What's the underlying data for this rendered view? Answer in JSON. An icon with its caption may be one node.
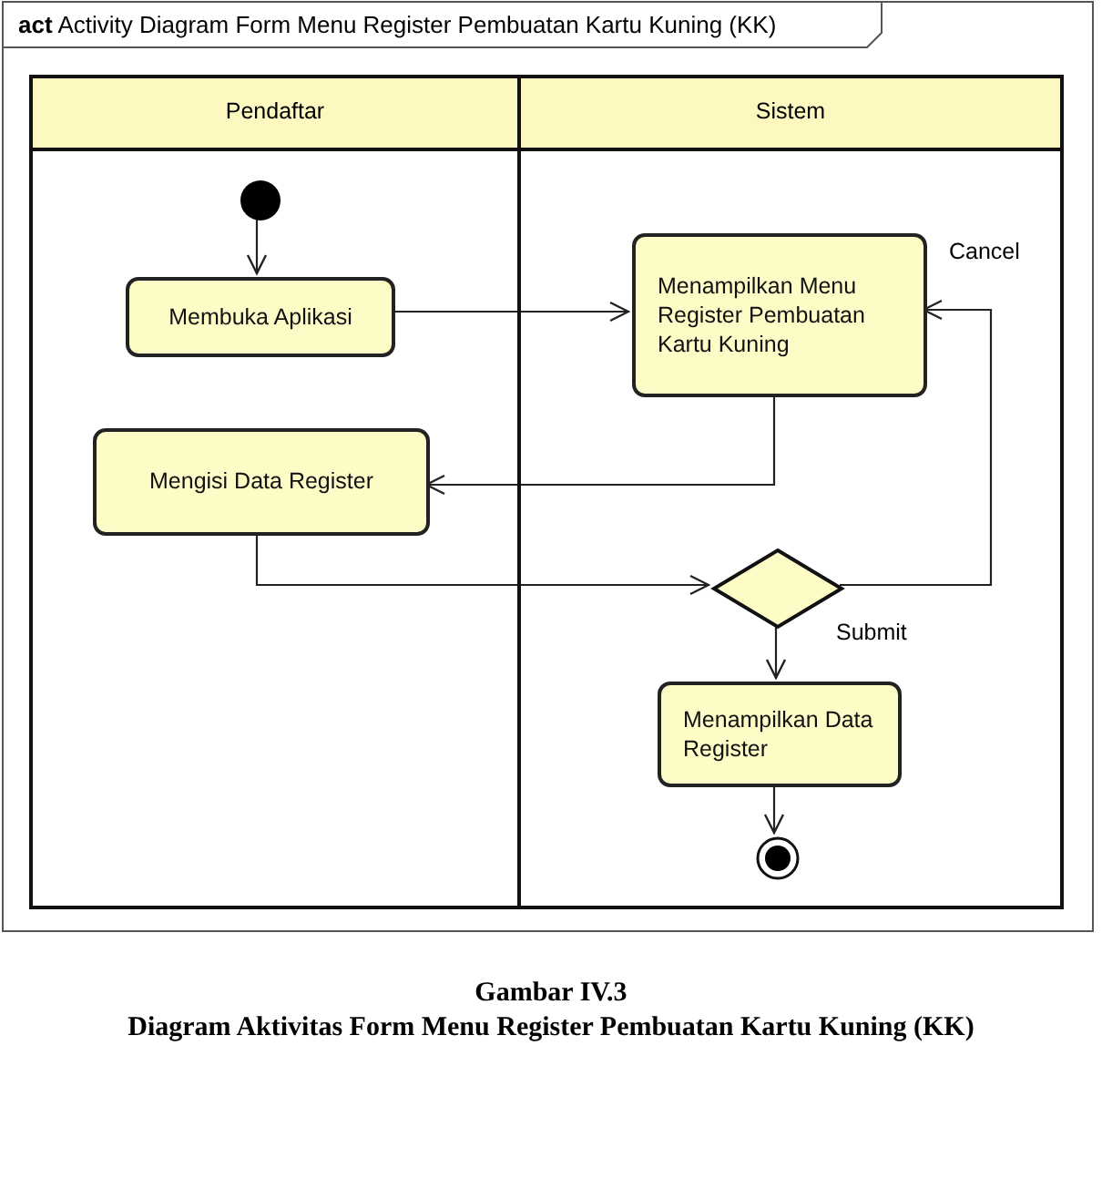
{
  "diagram": {
    "title": "**act** Activity Diagram Form Menu Register Pembuatan Kartu Kuning (KK)",
    "caption": "Diagram Aktivitas Form Menu Register Pembuatan Kartu Kuning (KK)",
    "nodes": [
      {
        "text": [
          "Pendaftar"
        ]
      },
      {
        "text": [
          "Sistem"
        ]
      },
      {
        "text": [],
        "shape": "circle",
        "in": 0
      },
      {
        "text": [
          "Membuka Aplikasi"
        ],
        "in": 0
      },
      {
        "text": [
          "Menampilkan Menu Register Pembuatan Kartu Kuning"
        ],
        "in": 1
      },
      {
        "text": [
          "Mengisi Data Register"
        ],
        "in": 0
      },
      {
        "text": [],
        "shape": "diamond",
        "in": 1
      },
      {
        "text": [
          "Menampilkan Data Register"
        ],
        "in": 1
      },
      {
        "text": [],
        "shape": "circle",
        "in": 1
      }
    ],
    "edges": [
      {
        "from": 2,
        "to": 3,
        "arrow": "to"
      },
      {
        "from": 3,
        "to": 4,
        "arrow": "to"
      },
      {
        "from": 4,
        "to": 5,
        "arrow": "to"
      },
      {
        "from": 5,
        "to": 6,
        "arrow": "to"
      },
      {
        "from": 6,
        "to": 4,
        "arrow": "to",
        "label": "Cancel"
      },
      {
        "from": 6,
        "to": 7,
        "arrow": "to",
        "label": "Submit"
      },
      {
        "from": 7,
        "to": 8,
        "arrow": "to"
      }
    ],
    "labels": [
      "Gambar IV.3"
    ]
  }
}
